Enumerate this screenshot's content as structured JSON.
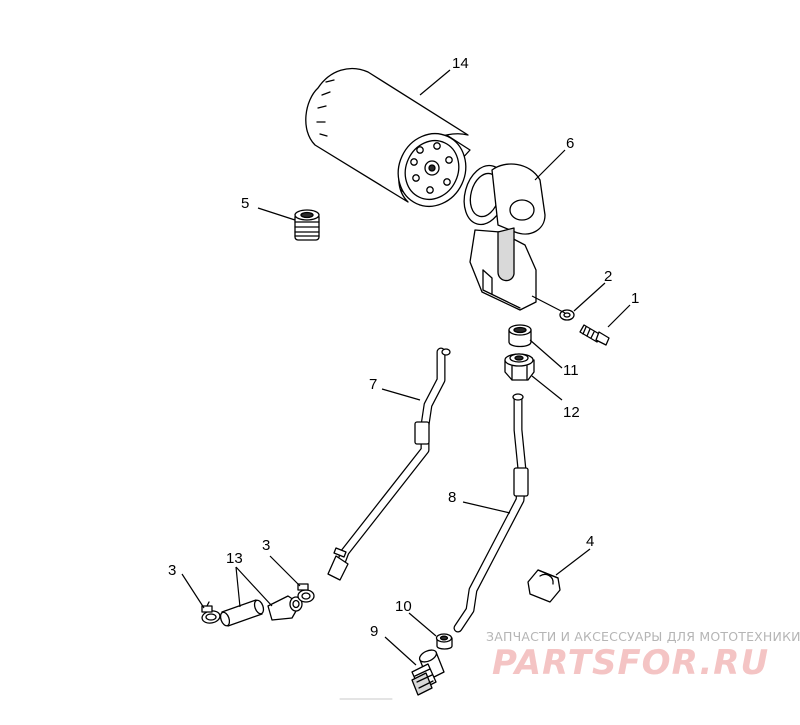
{
  "callouts": [
    "14",
    "6",
    "5",
    "2",
    "1",
    "11",
    "7",
    "12",
    "8",
    "4",
    "3",
    "13",
    "3",
    "10",
    "9"
  ],
  "watermark": {
    "tagline": "ЗАПЧАСТИ И АКСЕССУАРЫ ДЛЯ МОТОТЕХНИКИ",
    "brand": "PARTSFOR.RU"
  }
}
